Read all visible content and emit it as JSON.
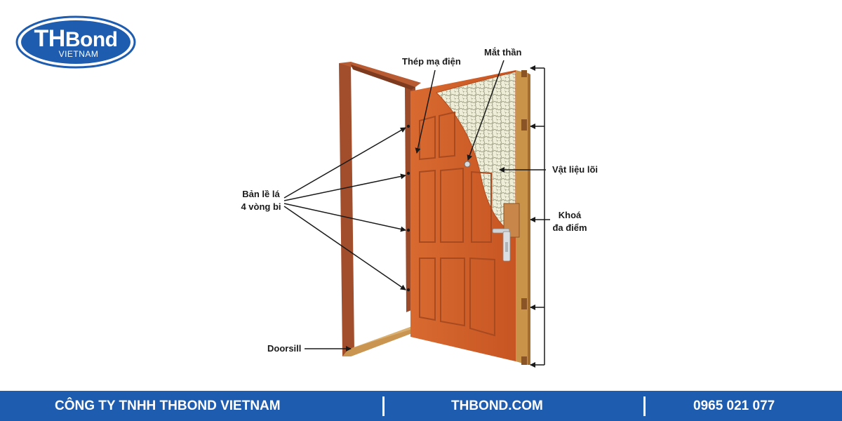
{
  "logo": {
    "main_prefix": "TH",
    "main_suffix": "Bond",
    "sub": "VIETNAM"
  },
  "labels": {
    "steel": "Thép mạ điện",
    "peephole": "Mắt thần",
    "core": "Vật liệu lõi",
    "lock_line1": "Khoá",
    "lock_line2": "đa điểm",
    "hinge_line1": "Bản lề lá",
    "hinge_line2": "4 vòng bi",
    "doorsill": "Doorsill"
  },
  "footer": {
    "company": "CÔNG TY TNHH THBOND VIETNAM",
    "website": "THBOND.COM",
    "phone": "0965 021 077"
  },
  "colors": {
    "brand_blue": "#1e5cb0",
    "door_orange": "#d2622a",
    "frame_brown": "#9b4a2a"
  }
}
